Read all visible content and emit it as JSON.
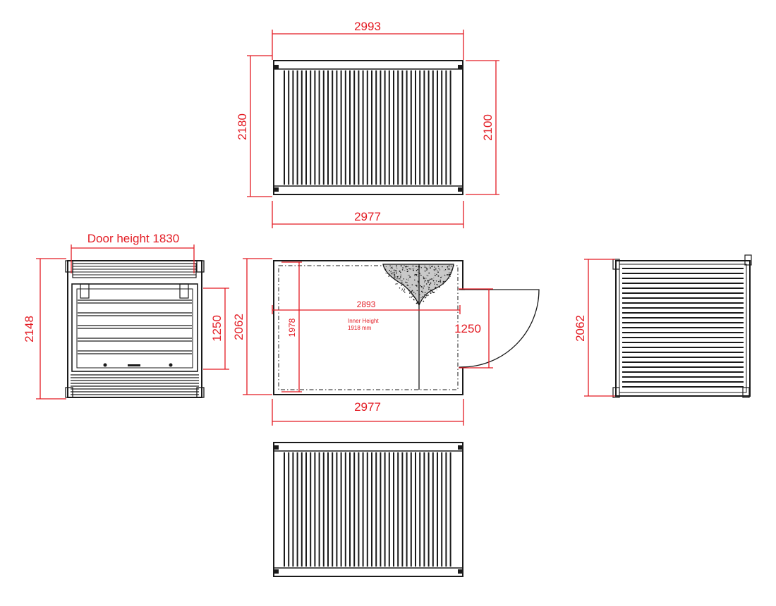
{
  "colors": {
    "dimension": "#e31b23",
    "ink": "#1a1a1a",
    "background": "#ffffff"
  },
  "dimensions": {
    "top_width": "2993",
    "top_height_left": "2180",
    "top_height_right": "2100",
    "top_bottom_width": "2977",
    "door_height": "Door height 1830",
    "end_height": "2148",
    "end_door_opening": "1250",
    "plan_height": "2062",
    "plan_inner_width": "2893",
    "plan_inner_depth": "1978",
    "plan_inner_height_label": "Inner Height",
    "plan_inner_height_value": "1918 mm",
    "plan_door_width": "1250",
    "plan_bottom_width": "2977",
    "right_end_height": "2062"
  }
}
